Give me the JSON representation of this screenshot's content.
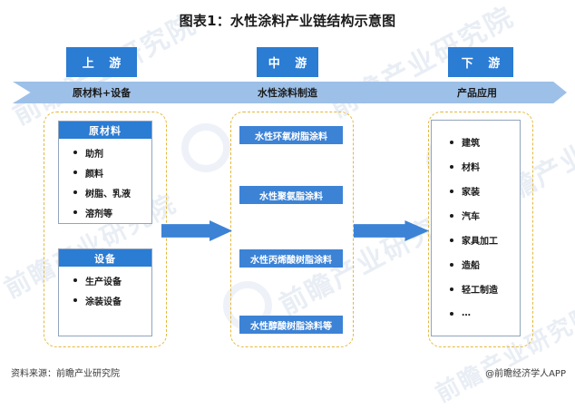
{
  "title": "图表1：水性涂料产业链结构示意图",
  "colors": {
    "stage_box": "#2b7cd3",
    "band": "#9dc0e8",
    "product_box": "#3c83d6",
    "dashed_border": "#e3b93c",
    "card_border": "#91a4bd"
  },
  "stages": [
    {
      "id": "upstream",
      "label": "上 游",
      "band_label": "原材料+设备"
    },
    {
      "id": "midstream",
      "label": "中 游",
      "band_label": "水性涂料制造"
    },
    {
      "id": "downstream",
      "label": "下 游",
      "band_label": "产品应用"
    }
  ],
  "upstream": {
    "raw_materials": {
      "heading": "原材料",
      "items": [
        "助剂",
        "颜料",
        "树脂、乳液",
        "溶剂等"
      ]
    },
    "equipment": {
      "heading": "设备",
      "items": [
        "生产设备",
        "涂装设备"
      ]
    }
  },
  "midstream": {
    "products": [
      "水性环氧树脂涂料",
      "水性聚氨脂涂料",
      "水性丙烯酸树脂涂料",
      "水性醇酸树脂涂料等"
    ]
  },
  "downstream": {
    "applications": [
      "建筑",
      "材料",
      "家装",
      "汽车",
      "家具加工",
      "造船",
      "轻工制造",
      "…"
    ]
  },
  "footer": {
    "source": "资料来源：前瞻产业研究院",
    "brand": "@前瞻经济学人APP"
  },
  "watermarks": {
    "w1": "前瞻产业研究院",
    "w2": "前瞻产业研究院",
    "w3": "前瞻产业研究院",
    "w4": "前瞻产业研究院",
    "w5": "前瞻产业研究院",
    "w6": "前瞻产业研究院"
  },
  "chart_data": {
    "type": "diagram",
    "title": "图表1：水性涂料产业链结构示意图",
    "diagram_kind": "industry-chain-flow",
    "flow_direction": "left-to-right",
    "nodes": [
      {
        "stage": "上 游",
        "band": "原材料+设备",
        "groups": [
          {
            "name": "原材料",
            "members": [
              "助剂",
              "颜料",
              "树脂、乳液",
              "溶剂等"
            ]
          },
          {
            "name": "设备",
            "members": [
              "生产设备",
              "涂装设备"
            ]
          }
        ]
      },
      {
        "stage": "中 游",
        "band": "水性涂料制造",
        "groups": [
          {
            "name": "水性涂料制造",
            "members": [
              "水性环氧树脂涂料",
              "水性聚氨脂涂料",
              "水性丙烯酸树脂涂料",
              "水性醇酸树脂涂料等"
            ]
          }
        ]
      },
      {
        "stage": "下 游",
        "band": "产品应用",
        "groups": [
          {
            "name": "产品应用",
            "members": [
              "建筑",
              "材料",
              "家装",
              "汽车",
              "家具加工",
              "造船",
              "轻工制造",
              "…"
            ]
          }
        ]
      }
    ],
    "edges": [
      {
        "from": "上 游",
        "to": "中 游"
      },
      {
        "from": "中 游",
        "to": "下 游"
      }
    ]
  }
}
